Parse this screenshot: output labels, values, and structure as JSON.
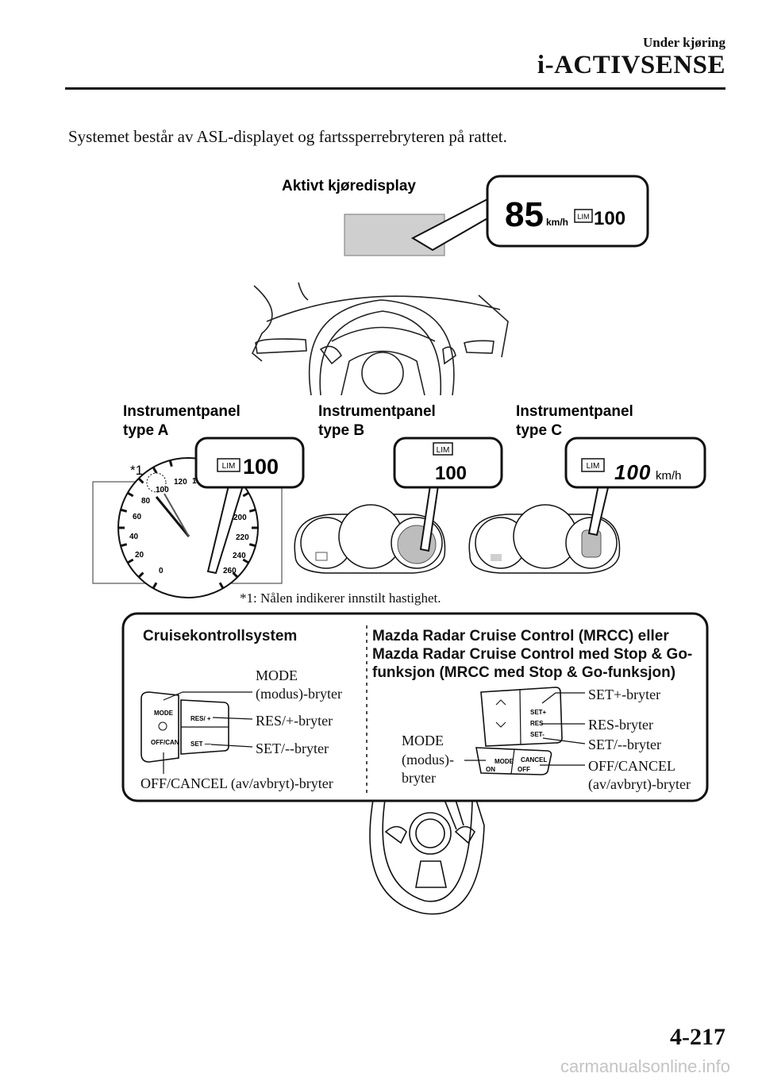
{
  "header": {
    "section": "Under kjøring",
    "title": "i-ACTIVSENSE"
  },
  "intro": "Systemet består av ASL-displayet og fartssperrebryteren på rattet.",
  "active_display": {
    "label": "Aktivt kjøredisplay",
    "speed": "85",
    "unit": "km/h",
    "lim_badge": "LIM",
    "limit": "100"
  },
  "panels": [
    {
      "label_line1": "Instrumentpanel",
      "label_line2": "type A",
      "lim_badge": "LIM",
      "value": "100"
    },
    {
      "label_line1": "Instrumentpanel",
      "label_line2": "type B",
      "lim_badge": "LIM",
      "value": "100"
    },
    {
      "label_line1": "Instrumentpanel",
      "label_line2": "type C",
      "lim_badge": "LIM",
      "value": "100",
      "unit": "km/h"
    }
  ],
  "gauge_marker": "*1",
  "gauge_ticks": [
    "0",
    "20",
    "40",
    "60",
    "80",
    "100",
    "120",
    "1",
    "200",
    "220",
    "240",
    "260"
  ],
  "footnote": "*1: Nålen indikerer innstilt hastighet.",
  "switch_box": {
    "left_title": "Cruisekontrollsystem",
    "left_labels": {
      "mode_line1": "MODE",
      "mode_line2": "(modus)-bryter",
      "res": "RES/+-bryter",
      "set": "SET/--bryter",
      "off_cancel": "OFF/CANCEL (av/avbryt)-bryter"
    },
    "left_switch_text": {
      "mode": "MODE",
      "off_can": "OFF/CAN",
      "res": "RES/ +",
      "set": "SET —"
    },
    "right_title_line1": "Mazda Radar Cruise Control (MRCC) eller",
    "right_title_line2": "Mazda Radar Cruise Control med Stop & Go-",
    "right_title_line3": "funksjon (MRCC med Stop & Go-funksjon)",
    "right_labels": {
      "mode_line1": "MODE",
      "mode_line2": "(modus)-",
      "mode_line3": "bryter",
      "set_plus": "SET+-bryter",
      "res": "RES-bryter",
      "set_minus": "SET/--bryter",
      "off_cancel_line1": "OFF/CANCEL",
      "off_cancel_line2": "(av/avbryt)-bryter"
    },
    "right_switch_text": {
      "set_plus": "SET+",
      "res": "RES",
      "set_minus": "SET-",
      "mode": "MODE",
      "on": "ON",
      "cancel": "CANCEL",
      "off": "OFF"
    }
  },
  "page_number": "4-217",
  "footer": "carmanualsonline.info"
}
